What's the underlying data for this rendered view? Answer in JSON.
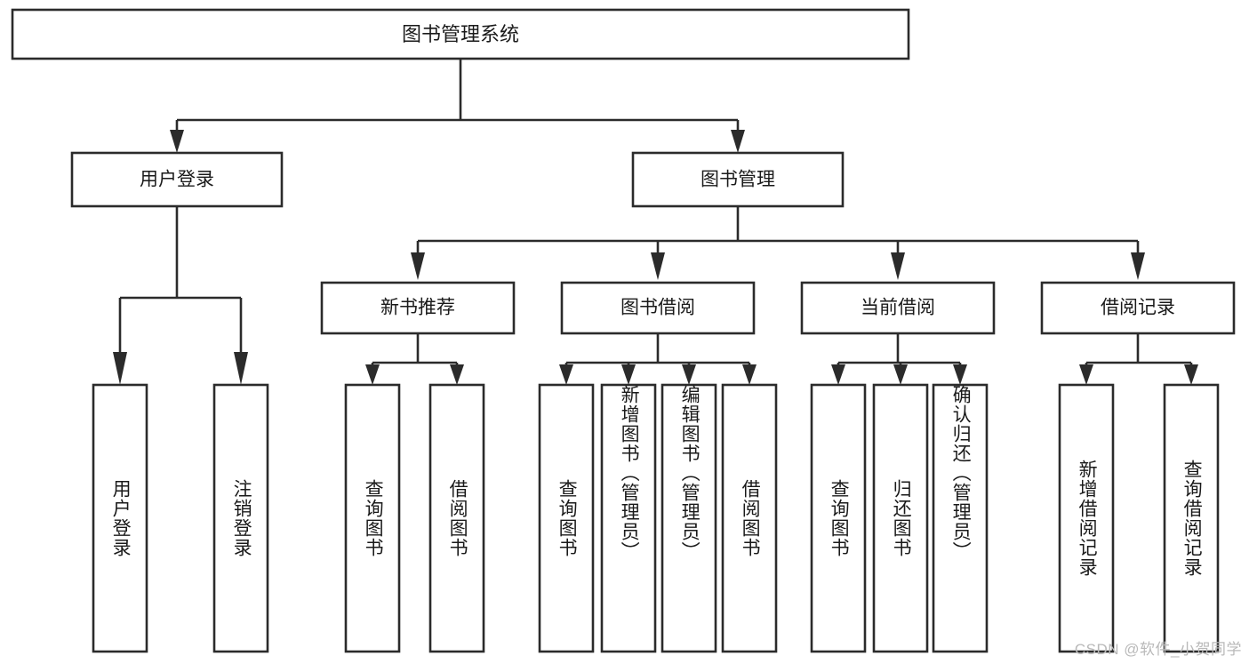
{
  "diagram": {
    "type": "tree-hierarchy",
    "title": "图书管理系统",
    "watermark": "CSDN @软件_小贺同学",
    "colors": {
      "stroke": "#2b2b2b",
      "fill": "#ffffff",
      "text": "#1a1a1a",
      "watermark": "#b9b9b9",
      "background": "#ffffff"
    },
    "root": {
      "label": "图书管理系统",
      "orientation": "horizontal"
    },
    "level2": [
      {
        "label": "用户登录",
        "orientation": "horizontal"
      },
      {
        "label": "图书管理",
        "orientation": "horizontal"
      }
    ],
    "level3": [
      {
        "label": "新书推荐",
        "orientation": "horizontal",
        "parent": "图书管理"
      },
      {
        "label": "图书借阅",
        "orientation": "horizontal",
        "parent": "图书管理"
      },
      {
        "label": "当前借阅",
        "orientation": "horizontal",
        "parent": "图书管理"
      },
      {
        "label": "借阅记录",
        "orientation": "horizontal",
        "parent": "图书管理"
      }
    ],
    "leaves": [
      {
        "label": "用户登录",
        "orientation": "vertical",
        "parent": "用户登录"
      },
      {
        "label": "注销登录",
        "orientation": "vertical",
        "parent": "用户登录"
      },
      {
        "label": "查询图书",
        "orientation": "vertical",
        "parent": "新书推荐"
      },
      {
        "label": "借阅图书",
        "orientation": "vertical",
        "parent": "新书推荐"
      },
      {
        "label": "查询图书",
        "orientation": "vertical",
        "parent": "图书借阅"
      },
      {
        "label": "新增图书（管理员）",
        "orientation": "vertical",
        "parent": "图书借阅"
      },
      {
        "label": "编辑图书（管理员）",
        "orientation": "vertical",
        "parent": "图书借阅"
      },
      {
        "label": "借阅图书",
        "orientation": "vertical",
        "parent": "图书借阅"
      },
      {
        "label": "查询图书",
        "orientation": "vertical",
        "parent": "当前借阅"
      },
      {
        "label": "归还图书",
        "orientation": "vertical",
        "parent": "当前借阅"
      },
      {
        "label": "确认归还（管理员）",
        "orientation": "vertical",
        "parent": "当前借阅"
      },
      {
        "label": "新增借阅记录",
        "orientation": "vertical",
        "parent": "借阅记录"
      },
      {
        "label": "查询借阅记录",
        "orientation": "vertical",
        "parent": "借阅记录"
      }
    ]
  }
}
